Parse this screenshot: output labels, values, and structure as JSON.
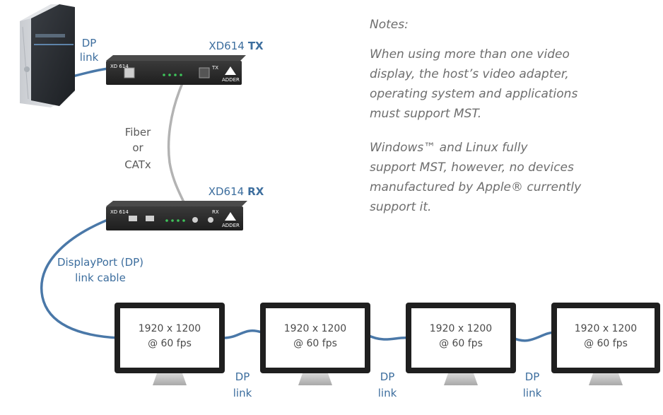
{
  "labels": {
    "dp_link_top": [
      "DP",
      "link"
    ],
    "tx_model": "XD614",
    "tx_suffix": "TX",
    "rx_model": "XD614",
    "rx_suffix": "RX",
    "fiber": [
      "Fiber",
      "or",
      "CATx"
    ],
    "dp_cable": [
      "DisplayPort (DP)",
      "link cable"
    ],
    "dp_link_between": [
      "DP",
      "link"
    ]
  },
  "notes": {
    "heading": "Notes:",
    "paragraph1": [
      "When using more than one video",
      "display, the host’s video adapter,",
      "operating system and applications",
      "must support MST."
    ],
    "paragraph2": [
      "Windows™  and Linux fully",
      "support MST, however, no devices",
      "manufactured by Apple® currently",
      "support it."
    ]
  },
  "monitors": [
    {
      "resolution": "1920 x 1200",
      "rate": "@ 60 fps"
    },
    {
      "resolution": "1920 x 1200",
      "rate": "@ 60 fps"
    },
    {
      "resolution": "1920 x 1200",
      "rate": "@ 60 fps"
    },
    {
      "resolution": "1920 x 1200",
      "rate": "@ 60 fps"
    }
  ],
  "device_marks": {
    "tx_panel": "TX",
    "rx_panel": "RX",
    "brand": "ADDER"
  },
  "colors": {
    "cable_blue": "#4a78a8",
    "fiber_gray": "#b0b0b0",
    "label_blue": "#3d6e9e",
    "device_body": "#2b2b2b",
    "led_green": "#3ec45a"
  }
}
